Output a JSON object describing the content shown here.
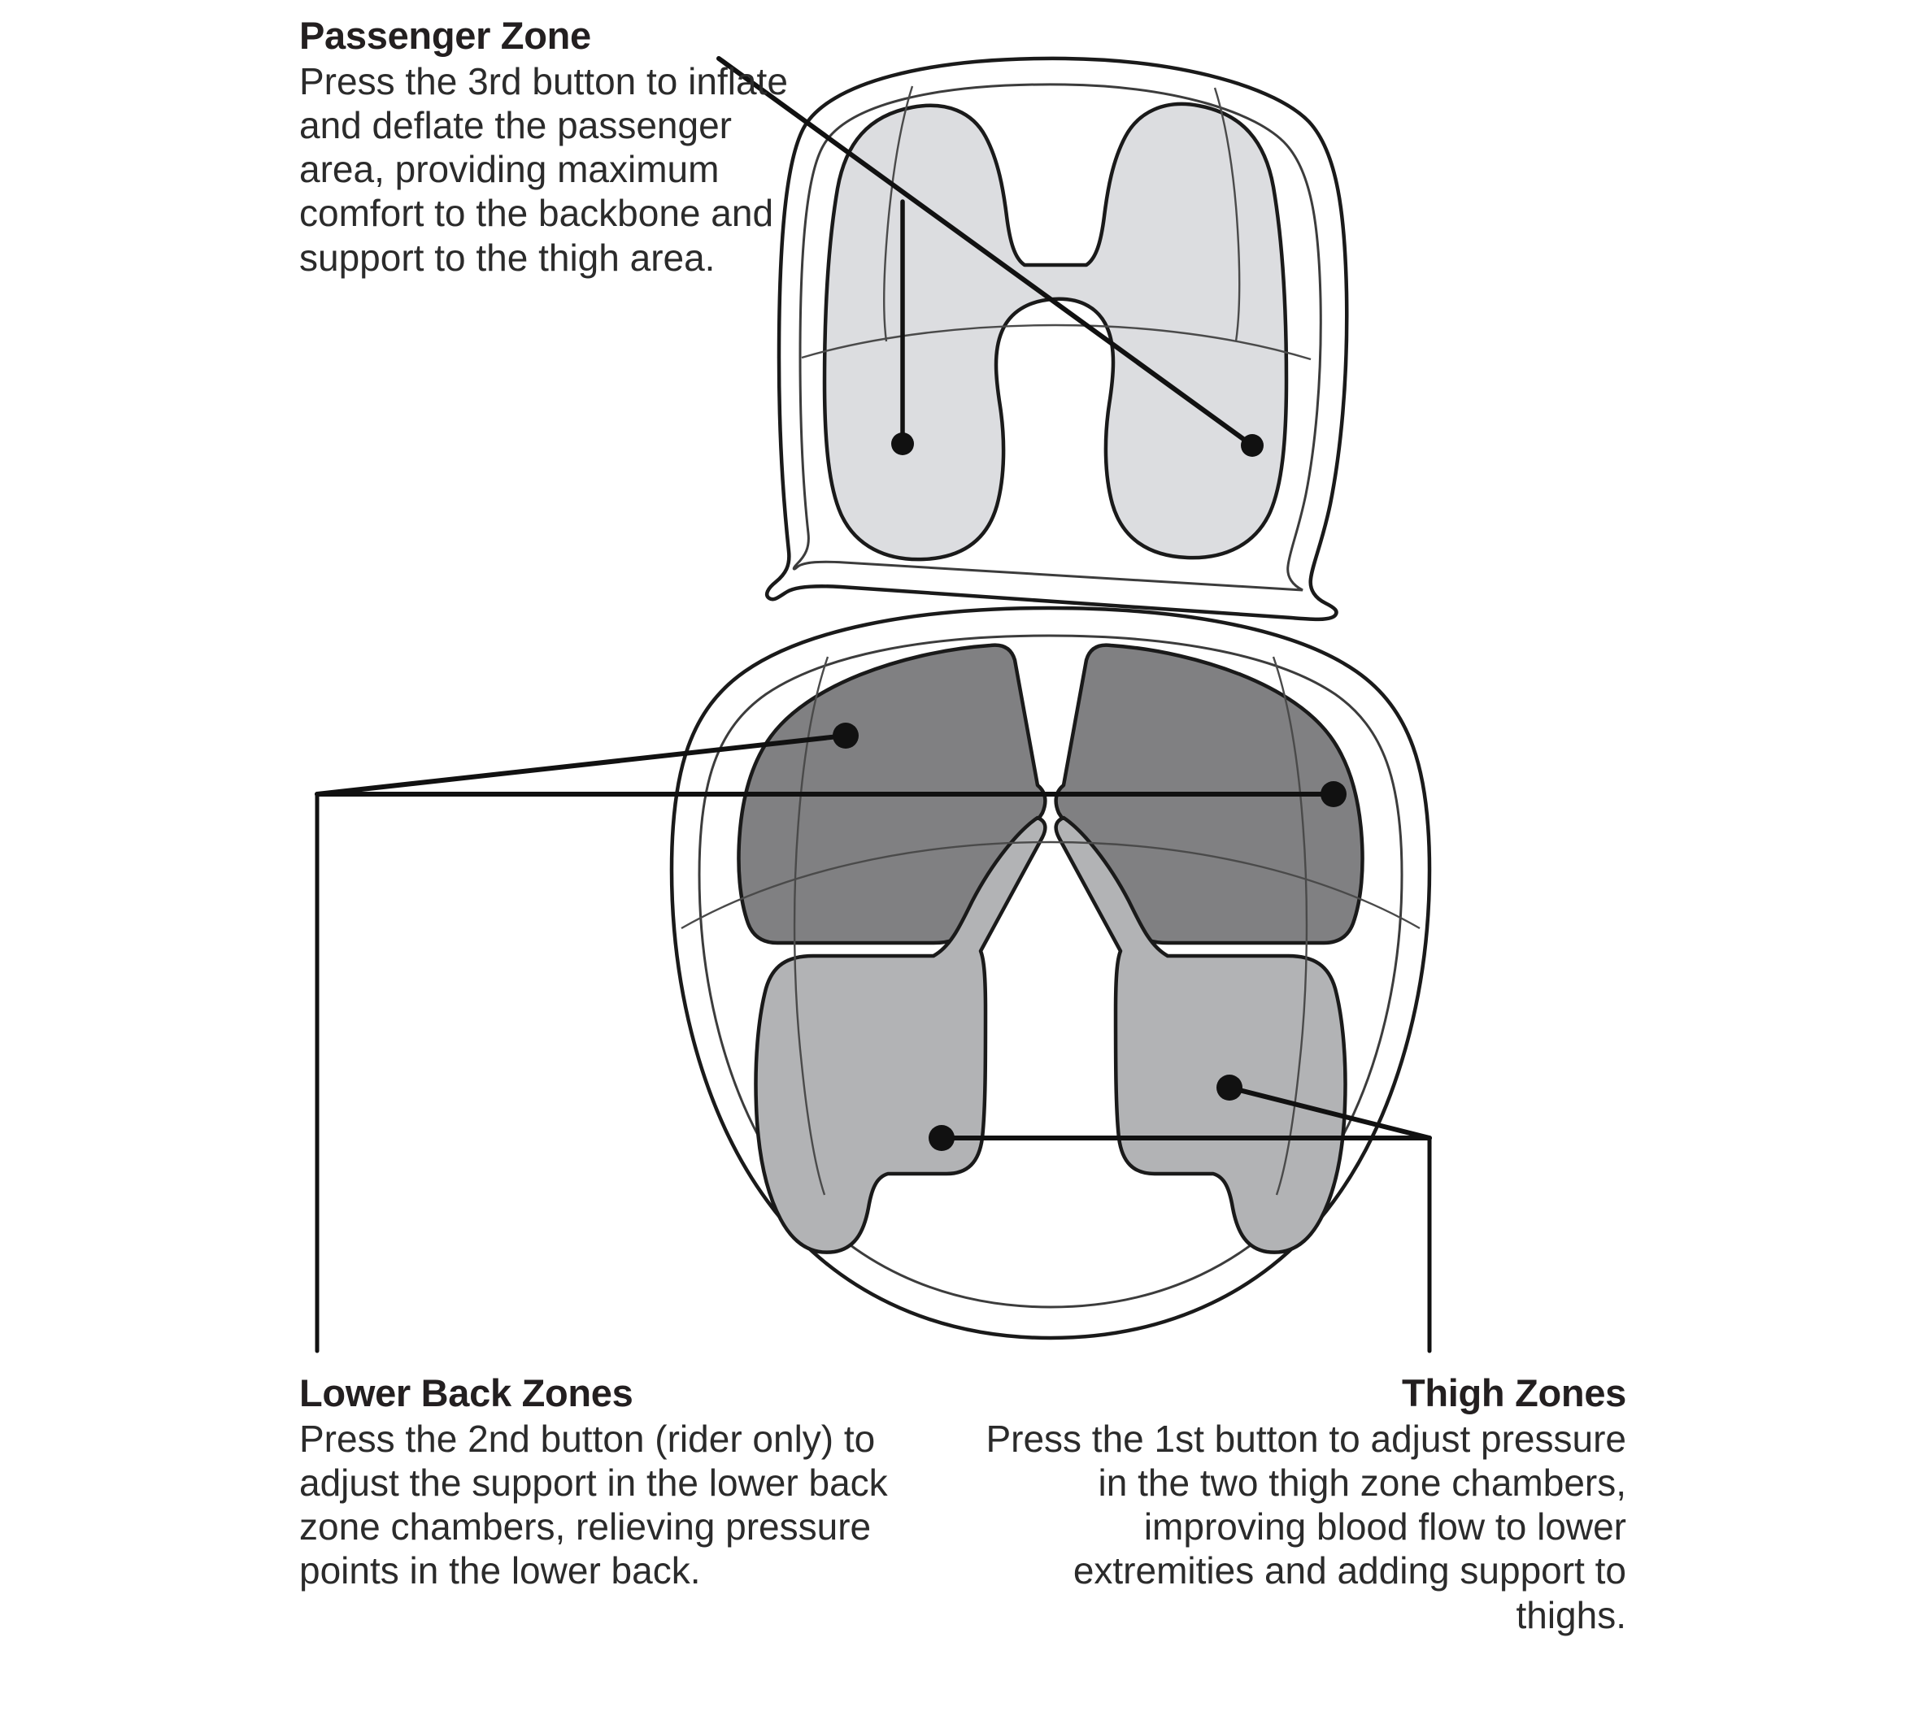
{
  "diagram": {
    "title_semantic": "motorcycle-seat-air-zone-diagram",
    "colors": {
      "passenger_zone_fill": "#dcdde0",
      "lower_back_zone_fill": "#808082",
      "thigh_zone_fill": "#b2b3b5",
      "outline": "#1a1a1a",
      "seam_line": "#4a4a4a",
      "leader_line": "#111111",
      "background": "#ffffff",
      "text": "#231f20"
    }
  },
  "callouts": {
    "passenger": {
      "title": "Passenger Zone",
      "body": "Press the 3rd button to inflate and deflate the passenger area, providing maximum comfort to the backbone and support to the thigh area."
    },
    "lower_back": {
      "title": "Lower Back Zones",
      "body": "Press the 2nd button (rider only) to adjust the support in the lower back zone chambers, relieving pressure points in the lower back."
    },
    "thigh": {
      "title": "Thigh Zones",
      "body": "Press the 1st button to adjust pressure in the two thigh zone chambers, improving blood flow to lower extremities and adding support to thighs."
    }
  },
  "zones": [
    {
      "name": "passenger-zone",
      "label": "Passenger Zone",
      "button": "3rd button",
      "fill": "#dcdde0",
      "count": 1
    },
    {
      "name": "lower-back-zones",
      "label": "Lower Back Zones",
      "button": "2nd button",
      "fill": "#808082",
      "count": 2
    },
    {
      "name": "thigh-zones",
      "label": "Thigh Zones",
      "button": "1st button",
      "fill": "#b2b3b5",
      "count": 2
    }
  ]
}
